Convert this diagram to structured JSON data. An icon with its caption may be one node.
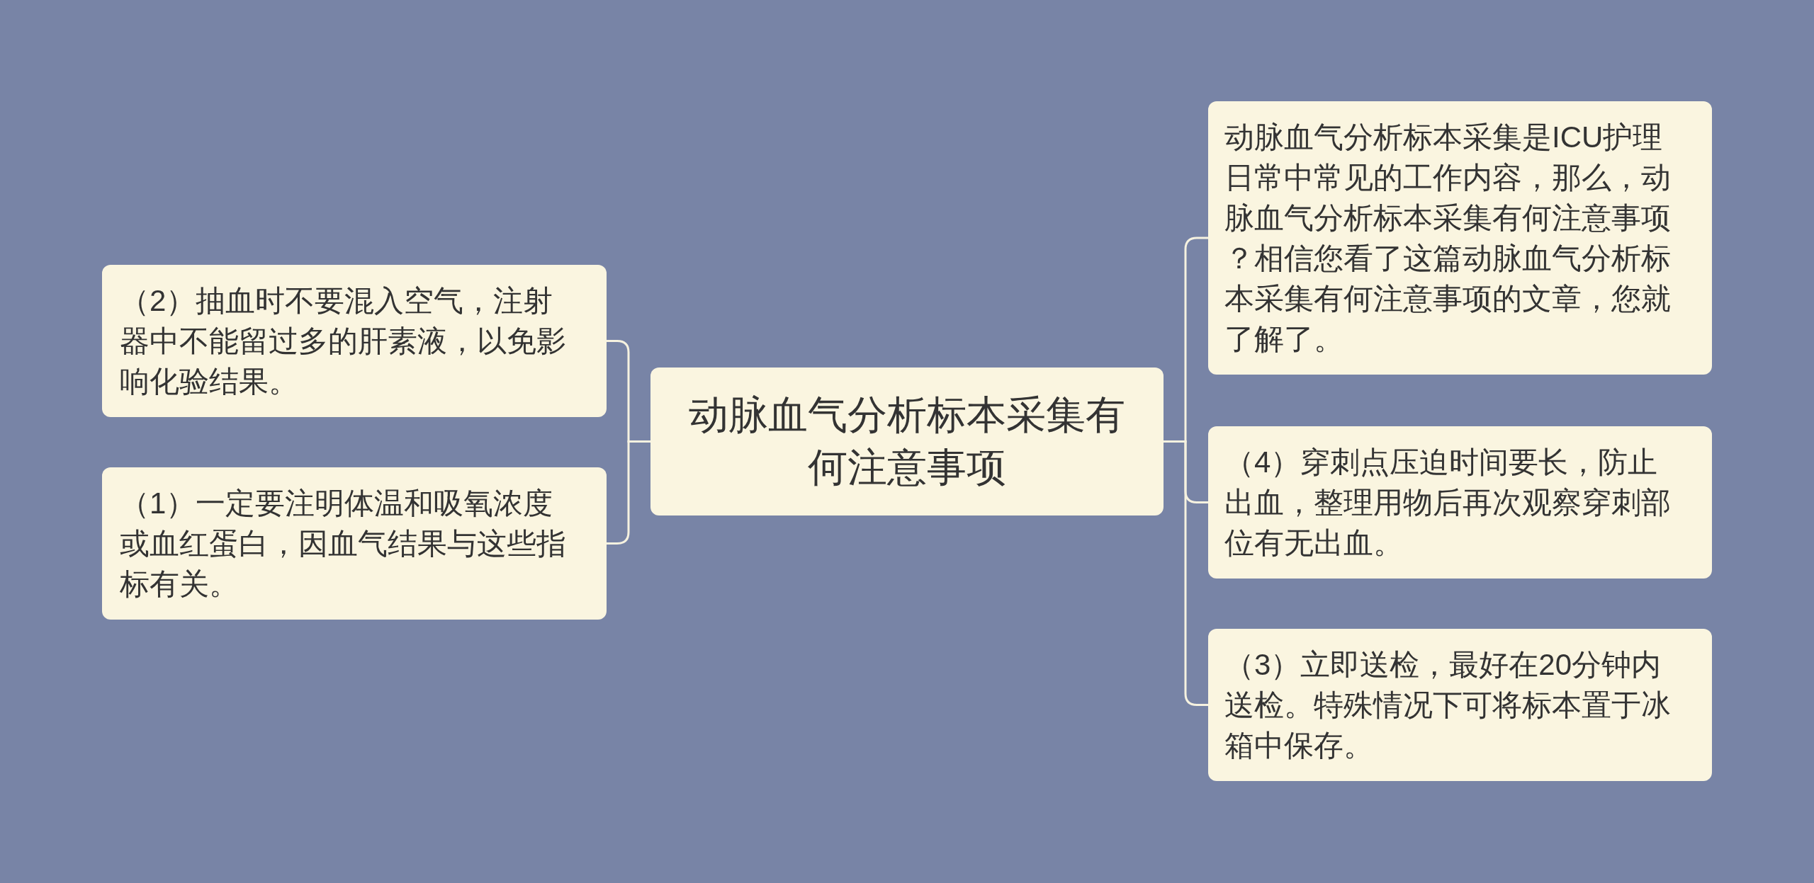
{
  "diagram": {
    "nodes": [
      {
        "text": [
          "动脉血气分析标本采集有何注意事项"
        ]
      },
      {
        "text": [
          "动脉血气分析标本采集是ICU护理日常中常见的工作内容，那么，动脉血气分析标本采集有何注意事项？相信您看了这篇动脉血气分析标本采集有何注意事项的文章，您就了解了。"
        ]
      },
      {
        "text": [
          "（4）穿刺点压迫时间要长，防止出血，整理用物后再次观察穿刺部位有无出血。"
        ]
      },
      {
        "text": [
          "（3）立即送检，最好在20分钟内送检。特殊情况下可将标本置于冰箱中保存。"
        ]
      },
      {
        "text": [
          "（2）抽血时不要混入空气，注射器中不能留过多的肝素液，以免影响化验结果。"
        ]
      },
      {
        "text": [
          "（1）一定要注明体温和吸氧浓度或血红蛋白，因血气结果与这些指标有关。"
        ]
      }
    ],
    "edges": [
      {
        "from": 0,
        "to": 1,
        "arrow": "none"
      },
      {
        "from": 0,
        "to": 2,
        "arrow": "none"
      },
      {
        "from": 0,
        "to": 3,
        "arrow": "none"
      },
      {
        "from": 0,
        "to": 4,
        "arrow": "none"
      },
      {
        "from": 0,
        "to": 5,
        "arrow": "none"
      }
    ]
  }
}
